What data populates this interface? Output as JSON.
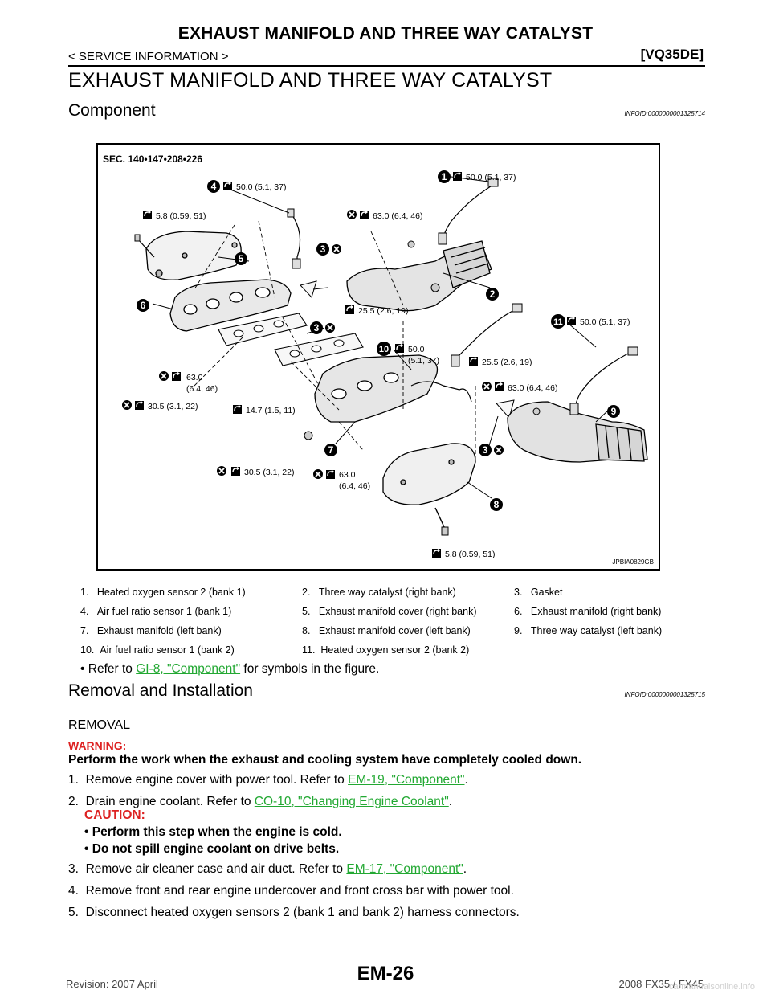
{
  "header": {
    "title": "EXHAUST MANIFOLD AND THREE WAY CATALYST",
    "section": "< SERVICE INFORMATION >",
    "model": "[VQ35DE]"
  },
  "page_title": "EXHAUST MANIFOLD AND THREE WAY CATALYST",
  "component": {
    "heading": "Component",
    "infoid": "INFOID:0000000001325714",
    "diagram": {
      "sec": "SEC. 140•147•208•226",
      "code": "JPBIA0829GB",
      "torques": [
        "50.0 (5.1, 37)",
        "5.8 (0.59, 51)",
        "50.0 (5.1, 37)",
        "63.0 (6.4, 46)",
        "25.5 (2.6, 19)",
        "50.0 (5.1, 37)",
        "50.0",
        "(5.1, 37)",
        "25.5 (2.6, 19)",
        "63.0",
        "(6.4, 46)",
        "63.0 (6.4, 46)",
        "30.5 (3.1, 22)",
        "14.7 (1.5, 11)",
        "30.5 (3.1, 22)",
        "63.0",
        "(6.4, 46)",
        "5.8 (0.59, 51)"
      ],
      "callouts": [
        "1",
        "2",
        "3",
        "3",
        "3",
        "4",
        "5",
        "6",
        "7",
        "8",
        "9",
        "10",
        "11"
      ]
    },
    "legend": [
      [
        "1.",
        "Heated oxygen sensor 2 (bank 1)"
      ],
      [
        "2.",
        "Three way catalyst (right bank)"
      ],
      [
        "3.",
        "Gasket"
      ],
      [
        "4.",
        "Air fuel ratio sensor 1 (bank 1)"
      ],
      [
        "5.",
        "Exhaust manifold cover (right bank)"
      ],
      [
        "6.",
        "Exhaust manifold (right bank)"
      ],
      [
        "7.",
        "Exhaust manifold (left bank)"
      ],
      [
        "8.",
        "Exhaust manifold cover (left bank)"
      ],
      [
        "9.",
        "Three way catalyst (left bank)"
      ],
      [
        "10.",
        "Air fuel ratio sensor 1 (bank 2)"
      ],
      [
        "11.",
        "Heated oxygen sensor 2 (bank 2)"
      ]
    ],
    "note": {
      "bullet": "•",
      "pre": "Refer to ",
      "link": "GI-8, \"Component\"",
      "post": " for symbols in the figure."
    }
  },
  "removal": {
    "heading": "Removal and Installation",
    "infoid": "INFOID:0000000001325715",
    "sub": "REMOVAL",
    "warning_label": "WARNING:",
    "warning_text": "Perform the work when the exhaust and cooling system have completely cooled down.",
    "steps": [
      {
        "num": "1.",
        "pre": "Remove engine cover with power tool. Refer to ",
        "link": "EM-19, \"Component\"",
        "post": "."
      },
      {
        "num": "2.",
        "pre": "Drain engine coolant. Refer to ",
        "link": "CO-10, \"Changing Engine Coolant\"",
        "post": "."
      },
      {
        "num": "3.",
        "pre": "Remove air cleaner case and air duct. Refer to ",
        "link": "EM-17, \"Component\"",
        "post": "."
      },
      {
        "num": "4.",
        "pre": "Remove front and rear engine undercover and front cross bar with power tool.",
        "link": "",
        "post": ""
      },
      {
        "num": "5.",
        "pre": "Disconnect heated oxygen sensors 2 (bank 1 and bank 2) harness connectors.",
        "link": "",
        "post": ""
      }
    ],
    "caution_label": "CAUTION:",
    "caution_items": [
      "Perform this step when the engine is cold.",
      "Do not spill engine coolant on drive belts."
    ]
  },
  "footer": {
    "revision": "Revision: 2007 April",
    "page": "EM-26",
    "model": "2008 FX35 / FX45",
    "watermark": "carmanualsonline.info"
  }
}
